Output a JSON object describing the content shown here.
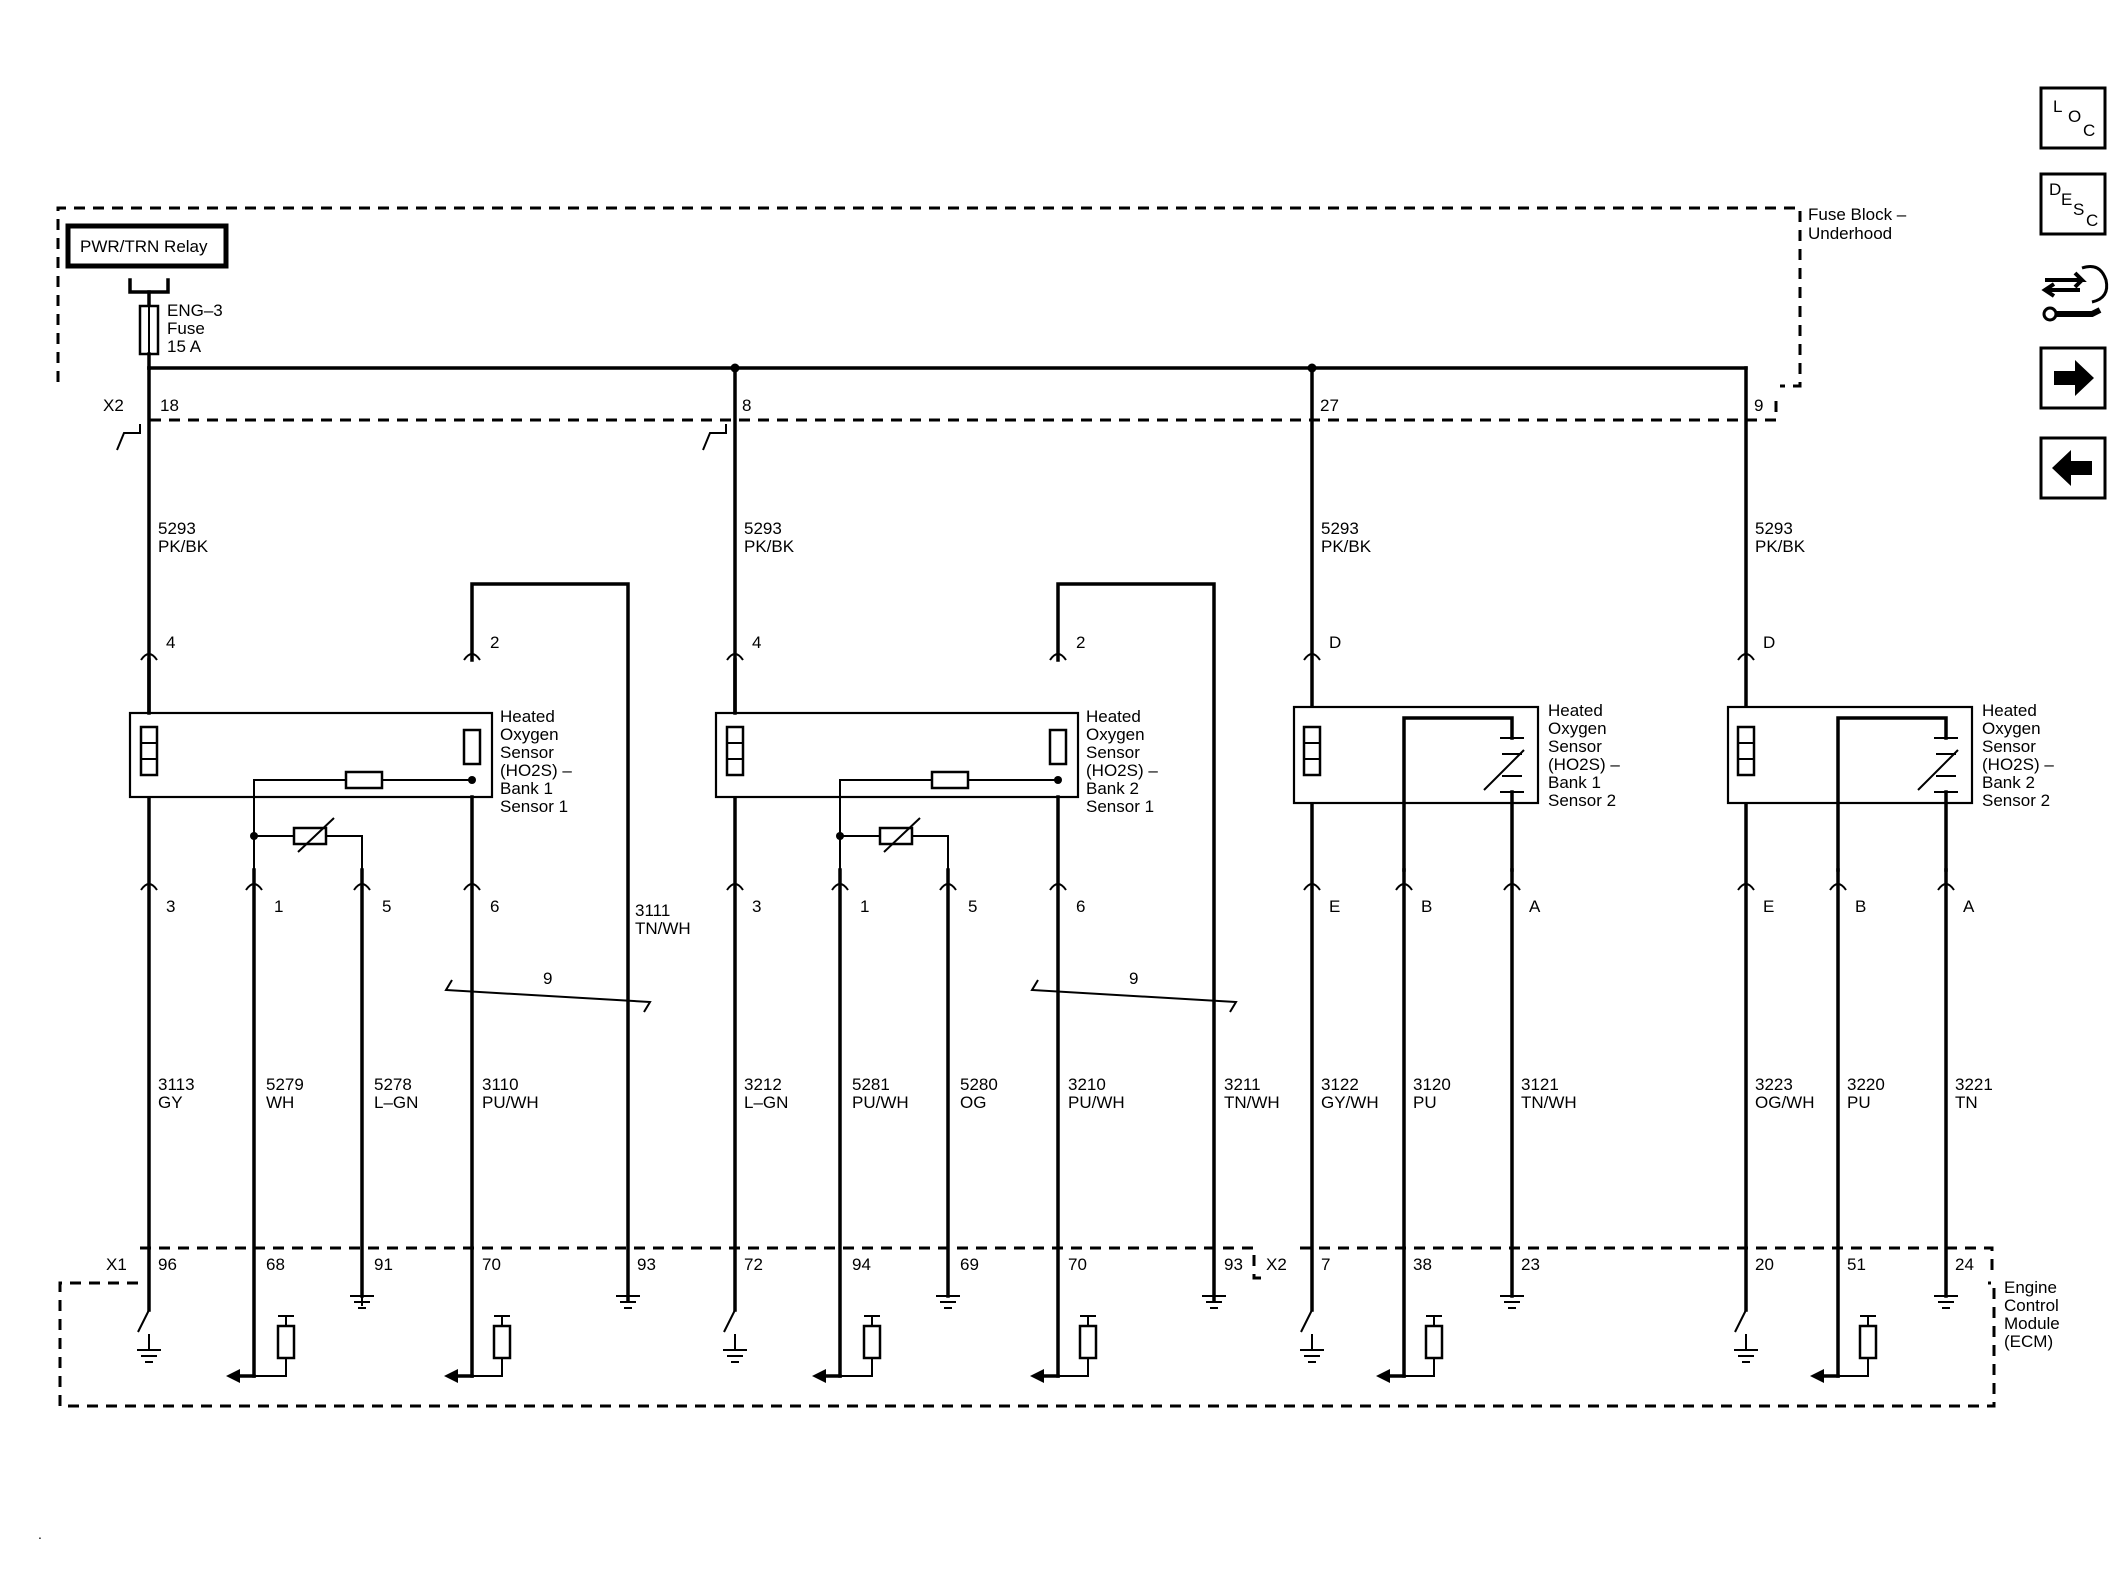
{
  "fuse_block": {
    "label_line1": "Fuse Block –",
    "label_line2": "Underhood"
  },
  "relay": {
    "label": "PWR/TRN Relay"
  },
  "fuse": {
    "line1": "ENG–3",
    "line2": "Fuse",
    "line3": "15 A"
  },
  "connectors": {
    "x2_top": "X2",
    "x1_ecm": "X1",
    "x2_ecm": "X2"
  },
  "top_pins": [
    "18",
    "8",
    "27",
    "9"
  ],
  "supply_wire": {
    "circuit": "5293",
    "color": "PK/BK"
  },
  "sensors": [
    {
      "name": [
        "Heated",
        "Oxygen",
        "Sensor",
        "(HO2S)  –",
        "Bank 1",
        "Sensor 1"
      ],
      "supply_pin": "4",
      "top_pin": "2",
      "bottom_pins": [
        "3",
        "1",
        "5",
        "6"
      ],
      "wires": [
        {
          "circuit": "3113",
          "color": "GY"
        },
        {
          "circuit": "5279",
          "color": "WH"
        },
        {
          "circuit": "5278",
          "color": "L–GN"
        },
        {
          "circuit": "3110",
          "color": "PU/WH"
        }
      ],
      "extra_wire": {
        "circuit": "3111",
        "color": "TN/WH"
      },
      "twist": "9",
      "ecm_pins": [
        "96",
        "68",
        "91",
        "70",
        "93"
      ]
    },
    {
      "name": [
        "Heated",
        "Oxygen",
        "Sensor",
        "(HO2S)  –",
        "Bank 2",
        "Sensor 1"
      ],
      "supply_pin": "4",
      "top_pin": "2",
      "bottom_pins": [
        "3",
        "1",
        "5",
        "6"
      ],
      "wires": [
        {
          "circuit": "3212",
          "color": "L–GN"
        },
        {
          "circuit": "5281",
          "color": "PU/WH"
        },
        {
          "circuit": "5280",
          "color": "OG"
        },
        {
          "circuit": "3210",
          "color": "PU/WH"
        }
      ],
      "extra_wire": {
        "circuit": "3211",
        "color": "TN/WH"
      },
      "twist": "9",
      "ecm_pins": [
        "72",
        "94",
        "69",
        "70",
        "93"
      ]
    },
    {
      "name": [
        "Heated",
        "Oxygen",
        "Sensor",
        "(HO2S)  –",
        "Bank 1",
        "Sensor 2"
      ],
      "supply_pin": "D",
      "bottom_pins": [
        "E",
        "B",
        "A"
      ],
      "wires": [
        {
          "circuit": "3122",
          "color": "GY/WH"
        },
        {
          "circuit": "3120",
          "color": "PU"
        },
        {
          "circuit": "3121",
          "color": "TN/WH"
        }
      ],
      "ecm_pins": [
        "7",
        "38",
        "23"
      ]
    },
    {
      "name": [
        "Heated",
        "Oxygen",
        "Sensor",
        "(HO2S)  –",
        "Bank 2",
        "Sensor 2"
      ],
      "supply_pin": "D",
      "bottom_pins": [
        "E",
        "B",
        "A"
      ],
      "wires": [
        {
          "circuit": "3223",
          "color": "OG/WH"
        },
        {
          "circuit": "3220",
          "color": "PU"
        },
        {
          "circuit": "3221",
          "color": "TN"
        }
      ],
      "ecm_pins": [
        "20",
        "51",
        "24"
      ]
    }
  ],
  "ecm": {
    "line1": "Engine",
    "line2": "Control",
    "line3": "Module",
    "line4": "(ECM)"
  },
  "nav": {
    "loc": [
      "L",
      "O",
      "C"
    ],
    "desc": [
      "D",
      "E",
      "S",
      "C"
    ]
  },
  "footer_mark": "."
}
